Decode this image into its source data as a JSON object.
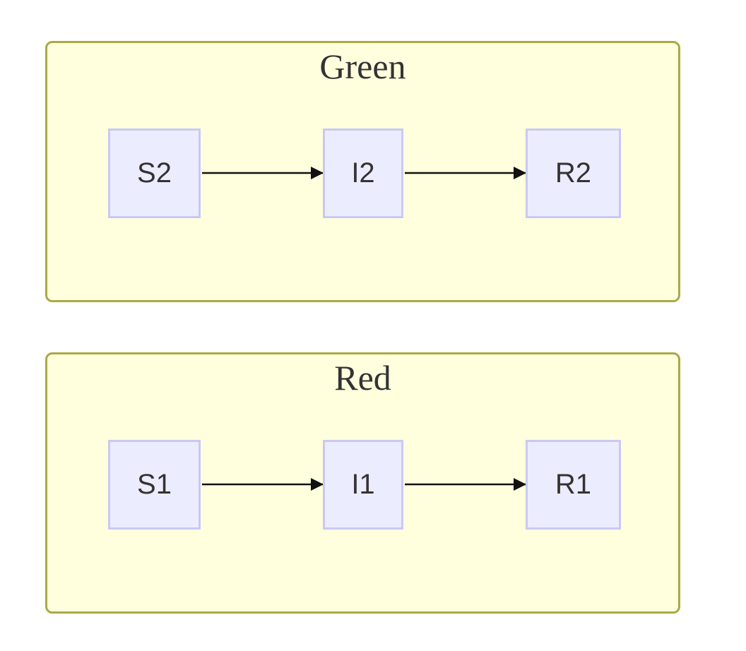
{
  "clusters": [
    {
      "title": "Green",
      "nodes": [
        "S2",
        "I2",
        "R2"
      ],
      "edges": [
        [
          "S2",
          "I2"
        ],
        [
          "I2",
          "R2"
        ]
      ]
    },
    {
      "title": "Red",
      "nodes": [
        "S1",
        "I1",
        "R1"
      ],
      "edges": [
        [
          "S1",
          "I1"
        ],
        [
          "I1",
          "R1"
        ]
      ]
    }
  ],
  "colors": {
    "cluster_fill": "#ffffde",
    "cluster_border": "#aaaa44",
    "node_fill": "#ececff",
    "node_border": "#c9c9f4",
    "text": "#333333",
    "edge": "#111111"
  }
}
